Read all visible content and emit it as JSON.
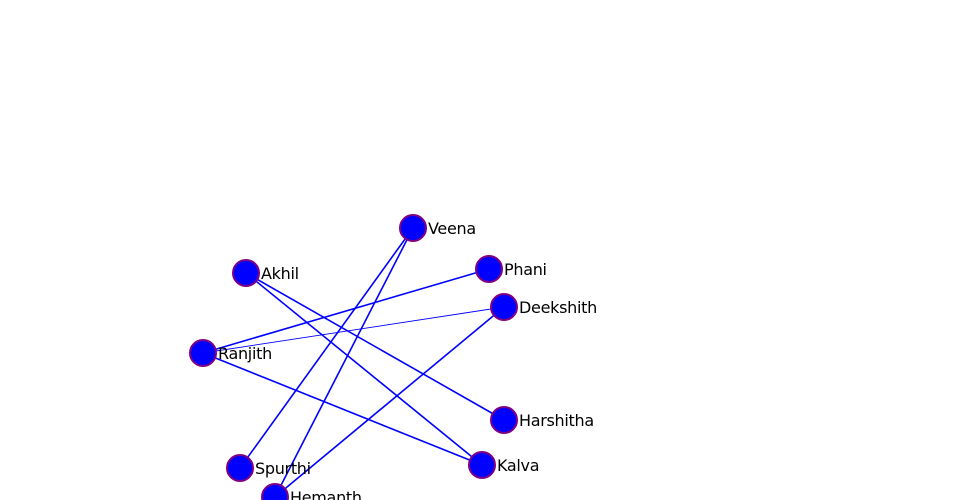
{
  "graph": {
    "colors": {
      "node_fill": "#0000ff",
      "node_stroke": "#800080",
      "edge": "#0000ff",
      "label": "#000000",
      "background": "#ffffff"
    },
    "nodes": [
      {
        "id": "veena",
        "label": "Veena"
      },
      {
        "id": "phani",
        "label": "Phani"
      },
      {
        "id": "akhil",
        "label": "Akhil"
      },
      {
        "id": "deekshith",
        "label": "Deekshith"
      },
      {
        "id": "ranjith",
        "label": "Ranjith"
      },
      {
        "id": "harshitha",
        "label": "Harshitha"
      },
      {
        "id": "kalva",
        "label": "Kalva"
      },
      {
        "id": "spurthi",
        "label": "Spurthi"
      },
      {
        "id": "hemanth",
        "label": "Hemanth"
      }
    ],
    "edges": [
      {
        "source": "veena",
        "target": "spurthi"
      },
      {
        "source": "veena",
        "target": "hemanth"
      },
      {
        "source": "phani",
        "target": "ranjith"
      },
      {
        "source": "deekshith",
        "target": "ranjith"
      },
      {
        "source": "deekshith",
        "target": "hemanth"
      },
      {
        "source": "akhil",
        "target": "harshitha"
      },
      {
        "source": "akhil",
        "target": "kalva"
      },
      {
        "source": "ranjith",
        "target": "kalva"
      }
    ]
  }
}
